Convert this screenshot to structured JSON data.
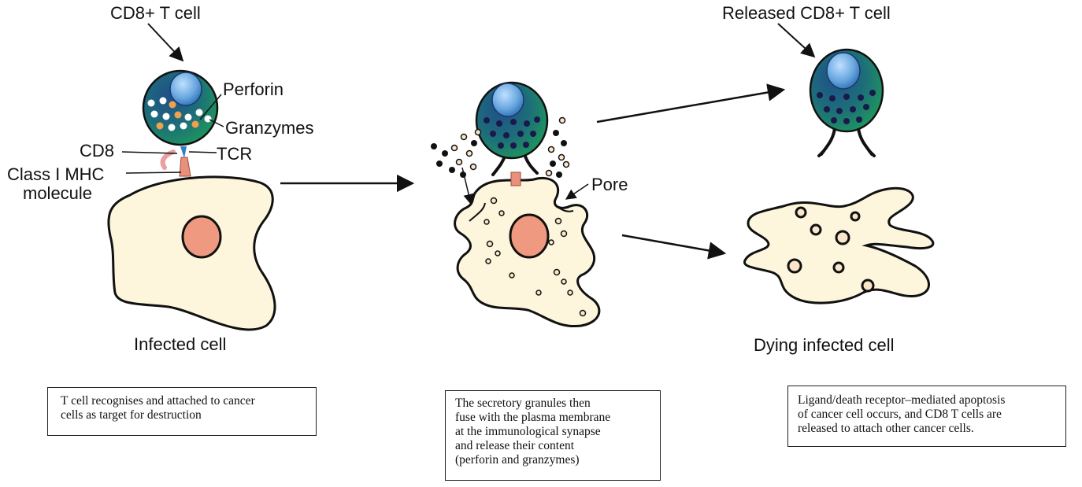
{
  "labels": {
    "cd8_t_cell": "CD8+ T cell",
    "perforin": "Perforin",
    "granzymes": "Granzymes",
    "cd8": "CD8",
    "tcr": "TCR",
    "class_i_mhc_line1": "Class I MHC",
    "class_i_mhc_line2": "molecule",
    "infected_cell": "Infected cell",
    "pore": "Pore",
    "released_cd8_t_cell": "Released CD8+ T cell",
    "dying_infected_cell": "Dying infected cell"
  },
  "captions": {
    "step1": "T cell recognises and attached to cancer\ncells as target for destruction",
    "step2": "The secretory granules then\nfuse with the plasma membrane\nat the immunological synapse\nand release their content\n(perforin and granzymes)",
    "step3": "Ligand/death receptor–mediated apoptosis\nof cancer cell occurs, and CD8 T cells are\nreleased to attach other cancer cells."
  },
  "colors": {
    "t_cell_green": "#1f9a5a",
    "t_cell_blue": "#1f4f8a",
    "nucleus_blue": "#6aa8e0",
    "infected_cytoplasm": "#fdf6dc",
    "infected_nucleus": "#ef9a80",
    "perforin_orange": "#f0a050",
    "granule_navy": "#1a1a4a",
    "mhc_salmon": "#e9907a",
    "cd8_pink": "#eaa0a0",
    "tcr_blue": "#2d7fc8"
  }
}
